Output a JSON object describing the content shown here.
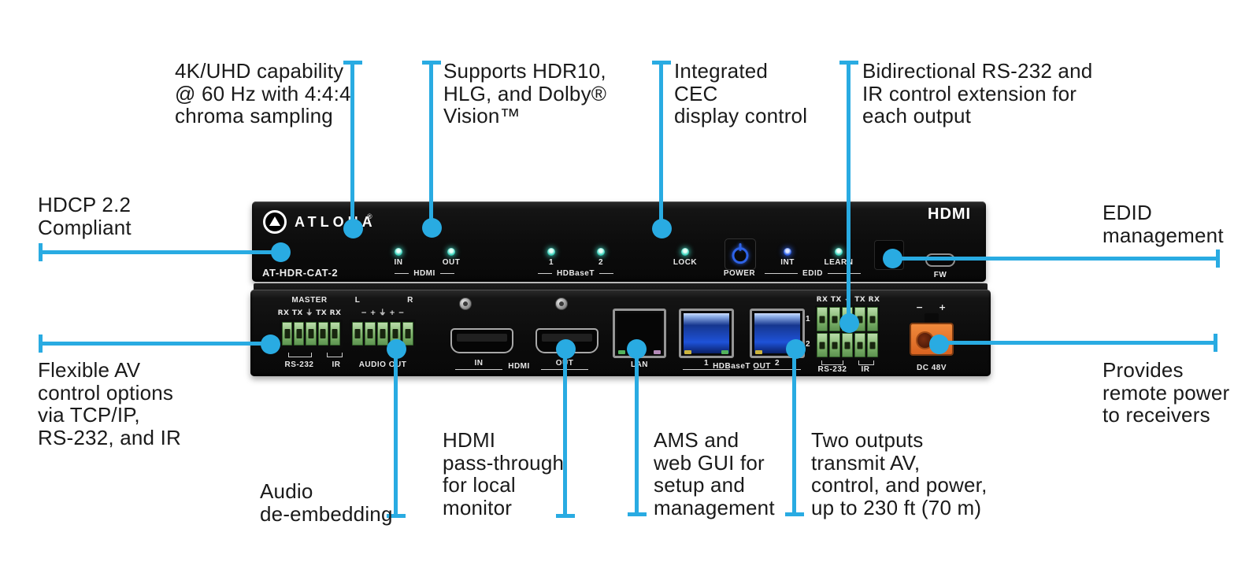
{
  "colors": {
    "accent": "#29abe2",
    "text": "#1a1a1a",
    "panel_black": "#0c0c0c",
    "terminal_green": "#7fb46c",
    "hdbaset_blue": "#1e52d8",
    "dc_orange": "#e2702a",
    "led_teal": "#3fd6c0",
    "led_blue": "#2f62e8"
  },
  "callouts": {
    "uhd": {
      "text": "4K/UHD capability\n@ 60 Hz with 4:4:4\nchroma sampling"
    },
    "hdr": {
      "text": "Supports HDR10,\nHLG, and Dolby®\nVision™"
    },
    "cec": {
      "text": "Integrated\nCEC\ndisplay control"
    },
    "bidir": {
      "text": "Bidirectional RS-232 and\nIR control extension for\neach output"
    },
    "hdcp": {
      "text": "HDCP 2.2\nCompliant"
    },
    "flex": {
      "text": "Flexible AV\ncontrol options\nvia TCP/IP,\nRS-232, and IR"
    },
    "edid": {
      "text": "EDID\nmanagement"
    },
    "rpower": {
      "text": "Provides\nremote power\nto receivers"
    },
    "audio": {
      "text": "Audio\nde-embedding"
    },
    "passthrough": {
      "text": "HDMI\npass-through\nfor local\nmonitor"
    },
    "ams": {
      "text": "AMS and\nweb GUI for\nsetup and\nmanagement"
    },
    "outputs": {
      "text": "Two outputs\ntransmit AV,\ncontrol, and power,\nup to 230 ft (70 m)"
    }
  },
  "front": {
    "brand": "ATLONA",
    "brand_reg": "®",
    "model": "AT-HDR-CAT-2",
    "hdmi_logo": "HDMI",
    "in": "IN",
    "out": "OUT",
    "hdmi_group": "HDMI",
    "p1": "1",
    "p2": "2",
    "hdbaset_group": "HDBaseT",
    "lock": "LOCK",
    "power": "POWER",
    "int": "INT",
    "learn": "LEARN",
    "edid_group": "EDID",
    "fw": "FW"
  },
  "rear": {
    "master_title": "MASTER",
    "master_pins": "RX TX ⏚ TX RX",
    "rs232": "RS-232",
    "ir": "IR",
    "audio_l": "L",
    "audio_r": "R",
    "audio_pins": "− + ⏚ + −",
    "audio_out": "AUDIO OUT",
    "hdmi_in": "IN",
    "hdmi_group": "HDMI",
    "hdmi_out": "OUT",
    "lan": "LAN",
    "hdbt1": "1",
    "hdbt_group": "HDBaseT OUT",
    "hdbt2": "2",
    "ctl_pins": "RX TX ⏚ TX RX",
    "ctl_row1": "1",
    "ctl_row2": "2",
    "ctl_rs232": "RS-232",
    "ctl_ir": "IR",
    "dc_minus": "−",
    "dc_plus": "+",
    "dc_label": "DC 48V"
  }
}
